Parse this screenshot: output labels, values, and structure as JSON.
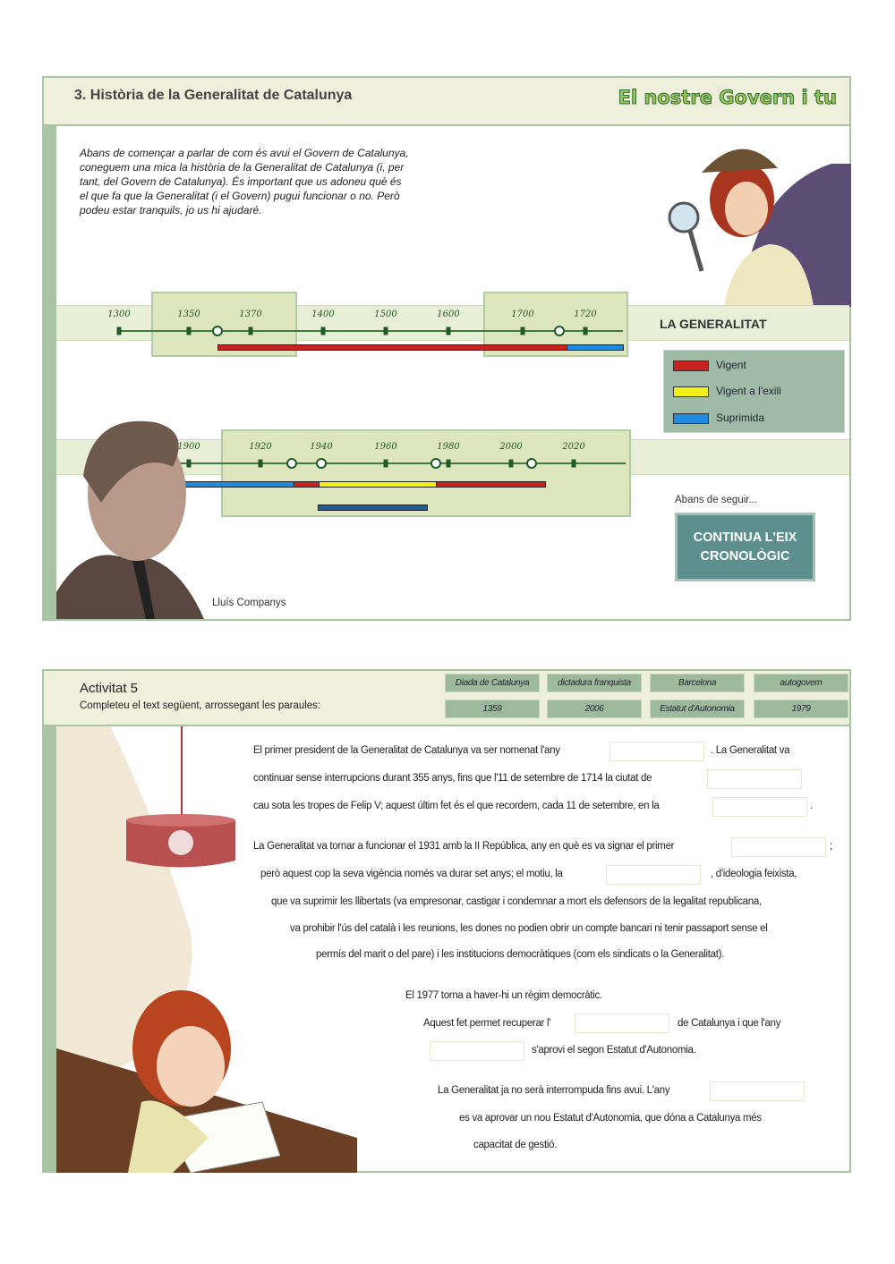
{
  "section1": {
    "title": "3. Història de la Generalitat de Catalunya",
    "brand": "El nostre Govern i tu",
    "intro": [
      "Abans de començar a parlar de com és avui el Govern de Catalunya,",
      "coneguem una mica la història de la Generalitat de Catalunya (i, per",
      "tant, del Govern de Catalunya). És important que us adoneu què és",
      "el que fa que la Generalitat (i el Govern) pugui funcionar o no. Però",
      "podeu estar tranquils, jo us hi ajudaré."
    ],
    "timeline_title": "LA GENERALITAT",
    "timeline1_years": [
      "1300",
      "1350",
      "1370",
      "1400",
      "1500",
      "1600",
      "1700",
      "1720"
    ],
    "timeline2_years": [
      "1900",
      "1920",
      "1940",
      "1960",
      "1980",
      "2000",
      "2020"
    ],
    "legend": [
      {
        "label": "Vigent",
        "color": "#c8211f"
      },
      {
        "label": "Vigent a l'exili",
        "color": "#f4f01a"
      },
      {
        "label": "Suprimida",
        "color": "#1e8ae0"
      }
    ],
    "before_label": "Abans de seguir...",
    "continue_button": "CONTINUA L'EIX CRONOLÒGIC",
    "portrait_caption": "Lluís Companys"
  },
  "section2": {
    "title": "Activitat 5",
    "instruction": "Completeu el text següent, arrossegant les paraules:",
    "words": [
      "Diada de Catalunya",
      "dictadura franquista",
      "Barcelona",
      "autogovern",
      "1359",
      "2006",
      "Estatut d'Autonomia",
      "1979"
    ],
    "lines": [
      "El primer president de la Generalitat de Catalunya va ser nomenat l'any",
      ". La Generalitat va",
      "continuar sense interrupcions durant 355 anys, fins que l'11 de setembre de 1714 la ciutat de",
      "cau sota les tropes de Felip V; aquest últim fet és el que recordem, cada 11 de setembre, en la",
      ".",
      "La Generalitat va tornar a funcionar el 1931 amb la II República, any en què es va signar el primer",
      ";",
      "però aquest cop la seva vigència només va durar set anys; el motiu, la",
      ", d'ideologia feixista,",
      "que va suprimir les llibertats (va empresonar, castigar i condemnar a mort els defensors de la legalitat republicana,",
      "va prohibir l'ús del català i les reunions, les dones no podien obrir un compte bancari ni tenir passaport sense el",
      "permís del marit o del pare) i les institucions democràtiques (com els sindicats o la Generalitat).",
      "El 1977 torna a haver-hi un règim democràtic.",
      "Aquest fet permet recuperar l'",
      "de Catalunya i que l'any",
      "s'aprovi el segon Estatut d'Autonomia.",
      "La Generalitat ja no serà interrompuda fins avui. L'any",
      "es va aprovar un nou Estatut d'Autonomia, que dóna a Catalunya més",
      "capacitat de gestió."
    ]
  }
}
